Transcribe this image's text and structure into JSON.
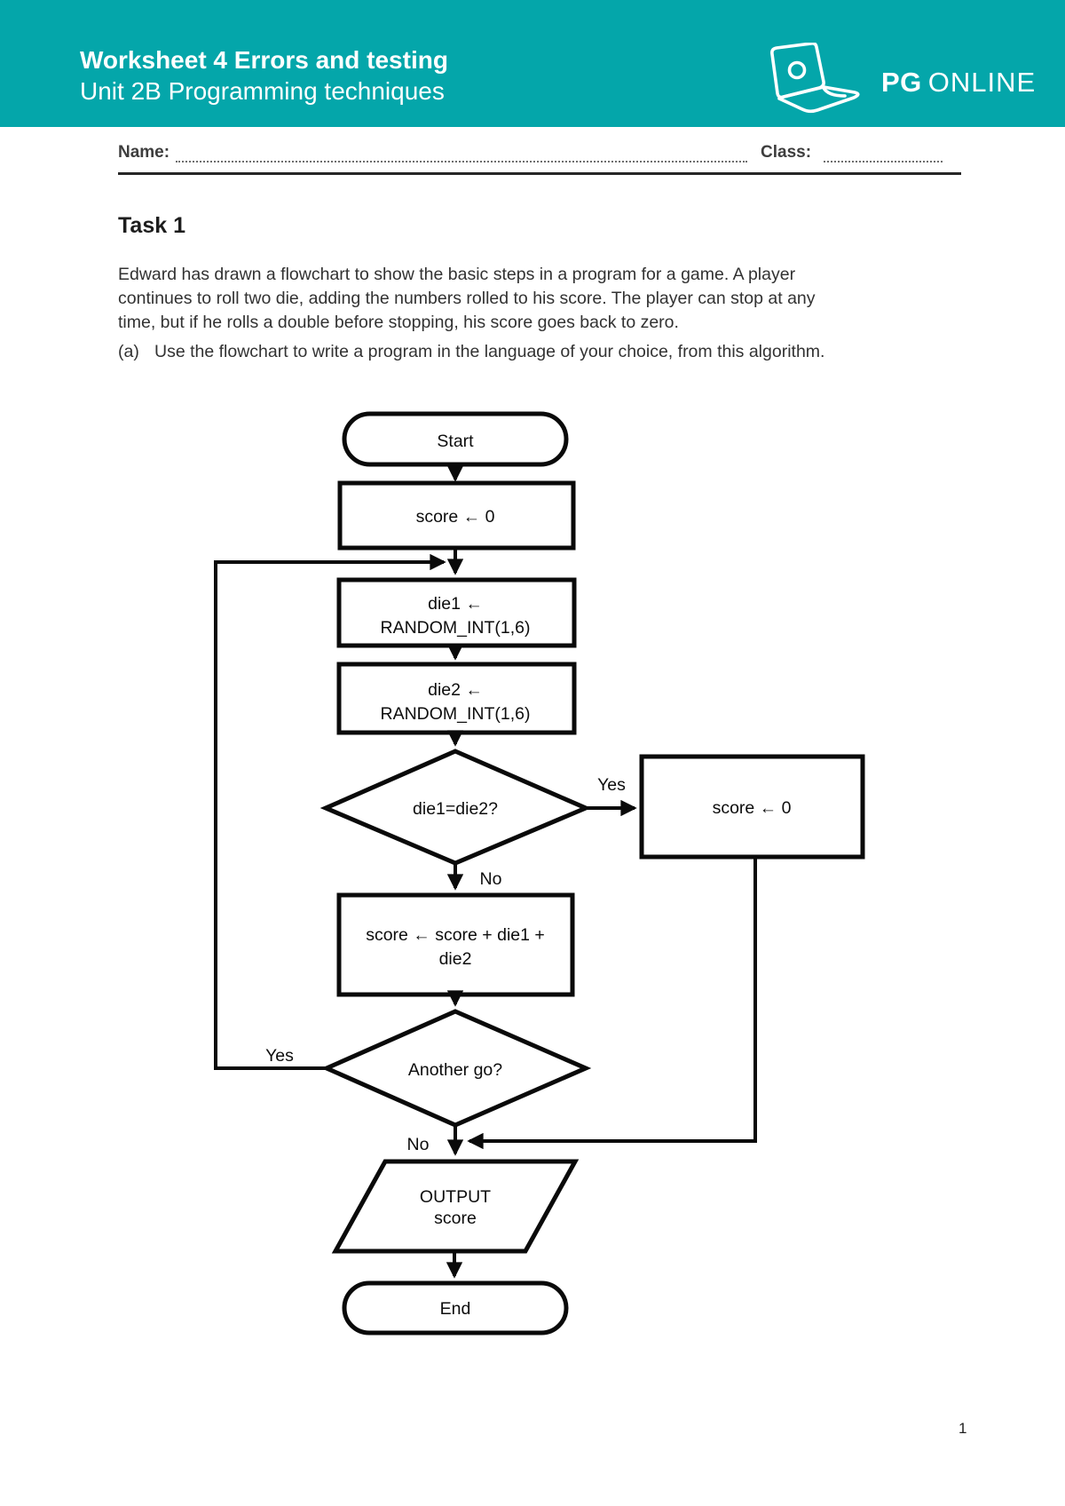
{
  "theme": {
    "accent_color": "#04A6AA",
    "line_color": "#0a0a0a"
  },
  "header": {
    "title_line1": "Worksheet 4 Errors and testing",
    "title_line2": "Unit 2B Programming techniques",
    "brand_bold": "PG",
    "brand_rest": "ONLINE"
  },
  "fields": {
    "name_label": "Name:",
    "class_label": "Class:"
  },
  "task": {
    "heading": "Task 1",
    "description_lines": [
      "Edward has drawn a flowchart to show the basic steps in a program for a game. A player",
      "continues to roll two die, adding the numbers rolled to his score. The player can stop at any",
      "time, but if he rolls a double before stopping, his score goes back to zero."
    ],
    "item_a_marker": "(a)",
    "item_a_text": "Use the flowchart to write a program in the language of your choice, from this algorithm."
  },
  "flowchart": {
    "start_label": "Start",
    "init_label": "score ← 0",
    "die1_line1": "die1 ←",
    "die1_line2": "RANDOM_INT(1,6)",
    "die2_line1": "die2 ←",
    "die2_line2": "RANDOM_INT(1,6)",
    "decision1_label": "die1=die2?",
    "decision1_yes": "Yes",
    "decision1_no": "No",
    "reset_label": "score ← 0",
    "accum_line1": "score ← score + die1 +",
    "accum_line2": "die2",
    "decision2_label": "Another go?",
    "decision2_yes": "Yes",
    "decision2_no": "No",
    "output_line1": "OUTPUT",
    "output_line2": "score",
    "end_label": "End"
  },
  "footer": {
    "page_number": "1"
  }
}
